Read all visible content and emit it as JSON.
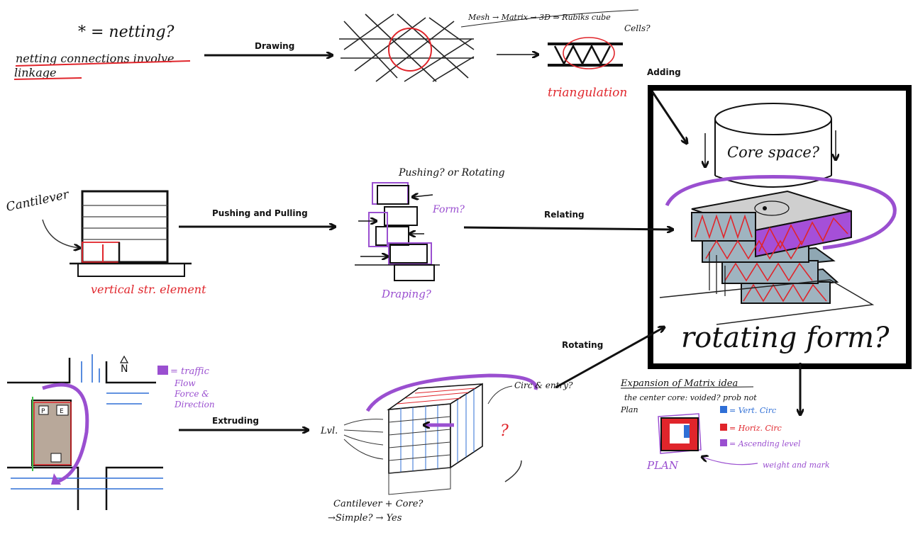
{
  "arrow_labels": {
    "drawing": "Drawing",
    "adding": "Adding",
    "pushing_pulling": "Pushing and Pulling",
    "relating": "Relating",
    "rotating": "Rotating",
    "extruding": "Extruding"
  },
  "sketch_notes": {
    "netting_question": "* = netting?",
    "netting_line1": "netting connections involve",
    "netting_line2": "linkage",
    "mesh_note": "Mesh → Matrix → 3D ⇒ Rubiks cube",
    "cells": "Cells?",
    "triangulation": "triangulation",
    "cantilever": "Cantilever",
    "vertical": "vertical str. element",
    "pushing": "Pushing? or Rotating",
    "form": "Form?",
    "draping": "Draping?",
    "core_space": "Core space?",
    "rotating_form": "rotating form?",
    "north": "N",
    "traffic1": "= traffic",
    "traffic2": "Flow",
    "traffic3": "Force &",
    "traffic4": "Direction",
    "p_label": "P",
    "e_label": "E",
    "circ": "Circ & entry?",
    "lvl": "Lvl.",
    "cantilever_core": "Cantilever + Core?",
    "simple": "→Simple? → Yes",
    "expansion": "Expansion of Matrix idea",
    "center_core": "the center core: voided? prob not",
    "plan_word": "Plan",
    "vert_circ": "= Vert. Circ",
    "horiz_circ": "= Horiz. Circ",
    "ascending": "= Ascending level",
    "plan": "PLAN",
    "weight": "weight and mark"
  },
  "colors": {
    "ink": "#111111",
    "red": "#e0252b",
    "purple": "#9a4fd0",
    "blue": "#2f6fd6",
    "grey_slab": "#9fb4c0",
    "tan": "#b8a89a",
    "green": "#3fc04a"
  }
}
